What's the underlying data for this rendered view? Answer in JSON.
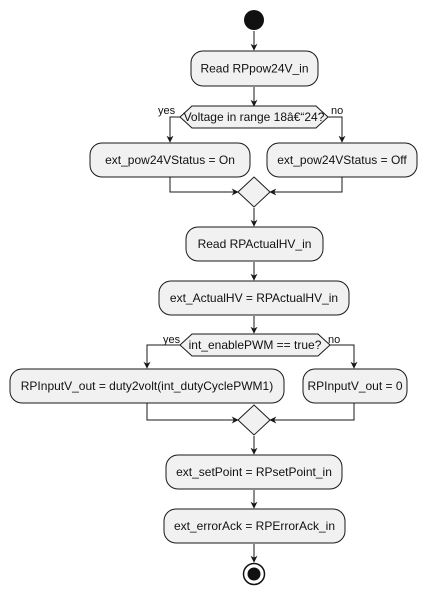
{
  "diagram": {
    "style": {
      "node_fill": "#f1f1f1",
      "node_stroke": "#181818",
      "line": "#181818",
      "start_fill": "#111111"
    },
    "nodes": {
      "read_pow": "Read RPpow24V_in",
      "decision_voltage": "Voltage in range 18â€“24?",
      "branch_voltage_yes": "yes",
      "branch_voltage_no": "no",
      "status_on": "ext_pow24VStatus = On",
      "status_off": "ext_pow24VStatus = Off",
      "read_hv": "Read RPActualHV_in",
      "assign_hv": "ext_ActualHV = RPActualHV_in",
      "decision_pwm": "int_enablePWM == true?",
      "branch_pwm_yes": "yes",
      "branch_pwm_no": "no",
      "input_duty": "RPInputV_out = duty2volt(int_dutyCyclePWM1)",
      "input_zero": "RPInputV_out = 0",
      "set_point": "ext_setPoint = RPsetPoint_in",
      "error_ack": "ext_errorAck = RPErrorAck_in"
    }
  }
}
